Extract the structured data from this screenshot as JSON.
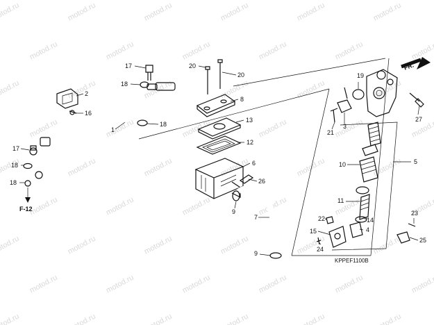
{
  "watermark": "motod.ru",
  "diagram_code": "KPPEF1100B",
  "front_marker": "FR.",
  "section_ref": "F-12",
  "callouts": [
    {
      "id": "c1",
      "text": "1"
    },
    {
      "id": "c2",
      "text": "2"
    },
    {
      "id": "c3",
      "text": "3"
    },
    {
      "id": "c4",
      "text": "4"
    },
    {
      "id": "c5",
      "text": "5"
    },
    {
      "id": "c6",
      "text": "6"
    },
    {
      "id": "c7",
      "text": "7"
    },
    {
      "id": "c8",
      "text": "8"
    },
    {
      "id": "c9a",
      "text": "9"
    },
    {
      "id": "c9b",
      "text": "9"
    },
    {
      "id": "c10",
      "text": "10"
    },
    {
      "id": "c11",
      "text": "11"
    },
    {
      "id": "c12",
      "text": "12"
    },
    {
      "id": "c13",
      "text": "13"
    },
    {
      "id": "c14",
      "text": "14"
    },
    {
      "id": "c15",
      "text": "15"
    },
    {
      "id": "c16",
      "text": "16"
    },
    {
      "id": "c17a",
      "text": "17"
    },
    {
      "id": "c17b",
      "text": "17"
    },
    {
      "id": "c18a",
      "text": "18"
    },
    {
      "id": "c18b",
      "text": "18"
    },
    {
      "id": "c18c",
      "text": "18"
    },
    {
      "id": "c18d",
      "text": "18"
    },
    {
      "id": "c19",
      "text": "19"
    },
    {
      "id": "c20a",
      "text": "20"
    },
    {
      "id": "c20b",
      "text": "20"
    },
    {
      "id": "c21",
      "text": "21"
    },
    {
      "id": "c22",
      "text": "22"
    },
    {
      "id": "c23",
      "text": "23"
    },
    {
      "id": "c24",
      "text": "24"
    },
    {
      "id": "c25",
      "text": "25"
    },
    {
      "id": "c26",
      "text": "26"
    },
    {
      "id": "c27",
      "text": "27"
    }
  ]
}
